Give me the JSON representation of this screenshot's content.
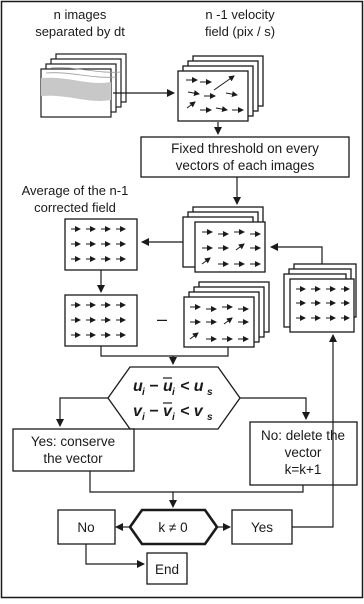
{
  "labels": {
    "n_images": [
      "n images",
      "separated by dt"
    ],
    "velocity_field": [
      "n -1 velocity",
      "field (pix / s)"
    ],
    "threshold": [
      "Fixed threshold on every",
      "vectors of each images"
    ],
    "average": [
      "Average of the n-1",
      "corrected field"
    ],
    "minus": "–",
    "cond_u_a": "u",
    "cond_u_rel": "< u",
    "cond_v_a": "v",
    "cond_v_rel": "< v",
    "yes_conserve": [
      "Yes: conserve",
      "the vector"
    ],
    "no_delete": [
      "No: delete the",
      "vector",
      "k=k+1"
    ],
    "k_test": "k ≠ 0",
    "no": "No",
    "yes": "Yes",
    "end": "End"
  },
  "colors": {
    "stroke": "#1a1a1a",
    "band": "#c8c8c8",
    "page": "#ffffff"
  }
}
